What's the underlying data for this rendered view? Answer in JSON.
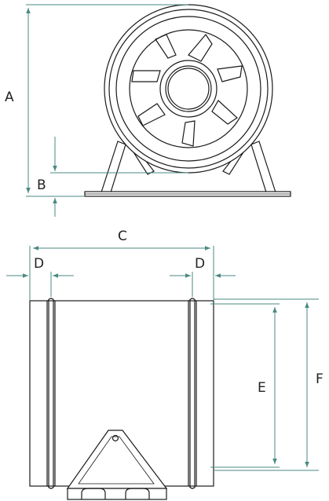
{
  "labels": {
    "a": "A",
    "b": "B",
    "c": "C",
    "d_left": "D",
    "d_right": "D",
    "e": "E",
    "f": "F"
  },
  "colors": {
    "dimension_line": "#4a8a82",
    "outline": "#1a1a1a",
    "background": "#ffffff"
  }
}
